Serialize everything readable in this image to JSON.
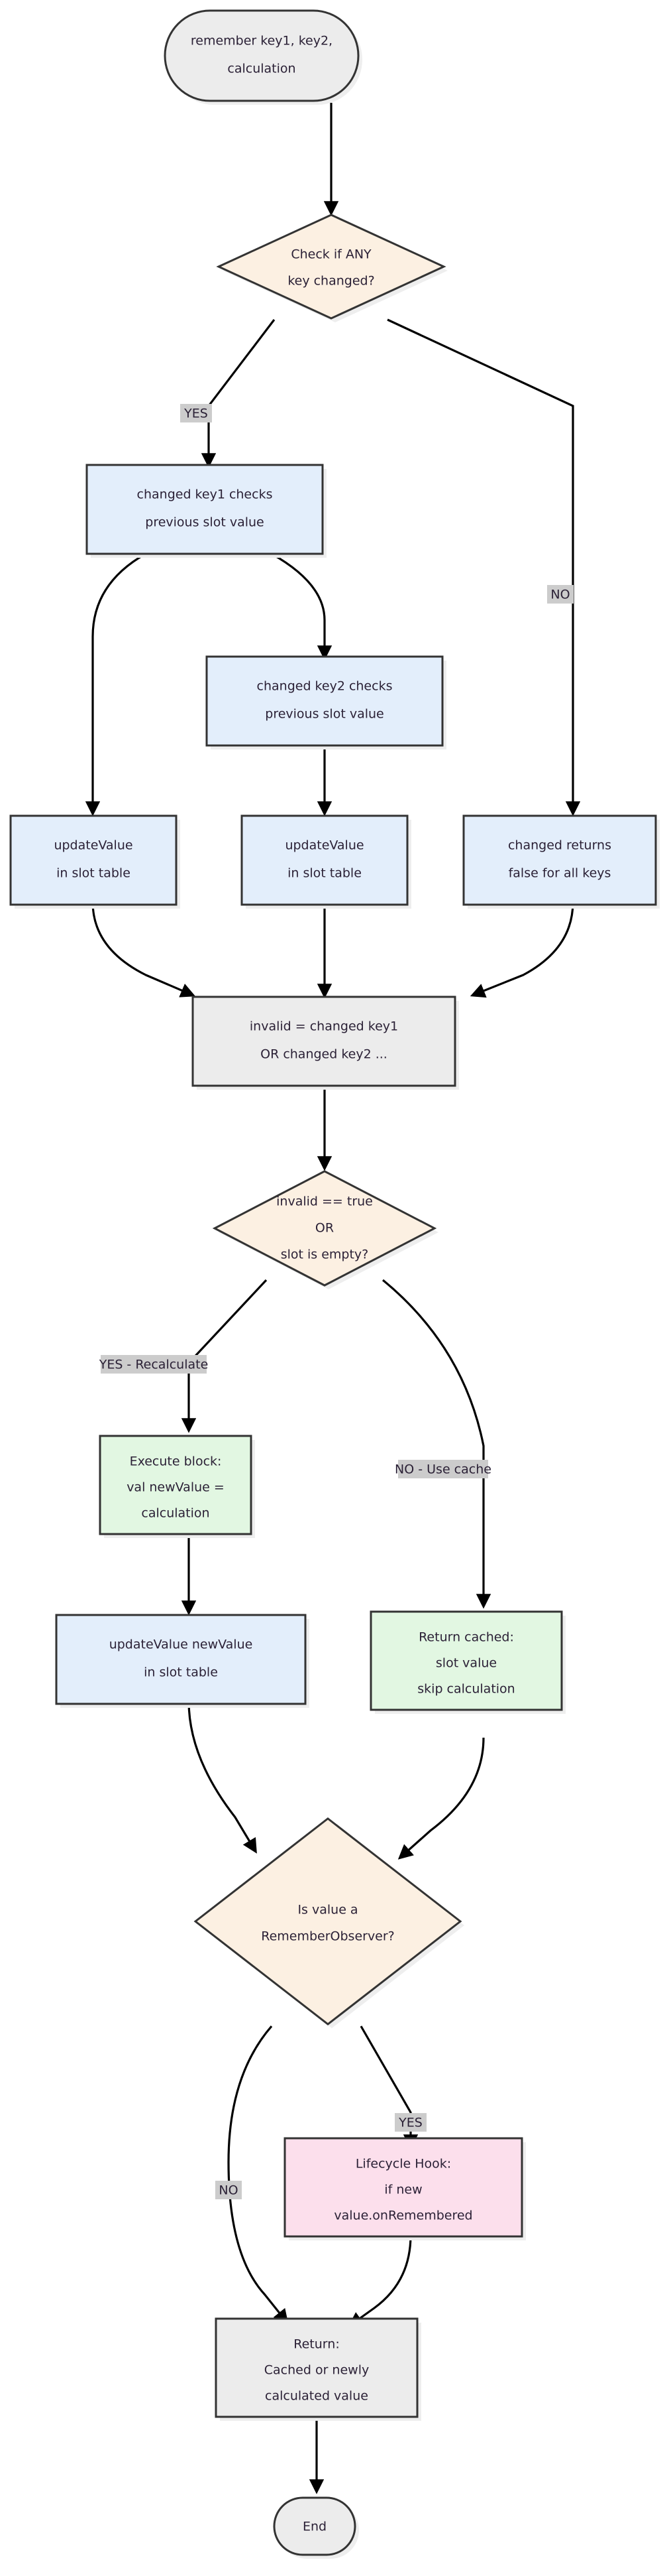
{
  "diagram": {
    "type": "flowchart",
    "direction": "top-to-bottom",
    "background": "#ffffff",
    "palette": {
      "stroke": "#333333",
      "edge": "#000000",
      "text": "#2b2136",
      "shadow": "#eeeeee",
      "neutral_fill": "#ececec",
      "decision_fill": "#fcf0e2",
      "process_fill": "#e3eefb",
      "success_fill": "#e2f7e2",
      "lifecycle_fill": "#fcdfec",
      "edge_label_bg": "#cccccc"
    },
    "nodes": [
      {
        "id": "start",
        "shape": "stadium",
        "fill": "#ececec",
        "lines": [
          "remember key1, key2,",
          "calculation"
        ]
      },
      {
        "id": "check-any-key-changed",
        "shape": "diamond",
        "fill": "#fcf0e2",
        "lines": [
          "Check if ANY",
          "key changed?"
        ]
      },
      {
        "id": "changed-key1",
        "shape": "rect",
        "fill": "#e3eefb",
        "lines": [
          "changed key1 checks",
          "previous slot value"
        ]
      },
      {
        "id": "changed-key2",
        "shape": "rect",
        "fill": "#e3eefb",
        "lines": [
          "changed key2 checks",
          "previous slot value"
        ]
      },
      {
        "id": "update-value-1",
        "shape": "rect",
        "fill": "#e3eefb",
        "lines": [
          "updateValue",
          "in slot table"
        ]
      },
      {
        "id": "update-value-2",
        "shape": "rect",
        "fill": "#e3eefb",
        "lines": [
          "updateValue",
          "in slot table"
        ]
      },
      {
        "id": "changed-returns-false",
        "shape": "rect",
        "fill": "#e3eefb",
        "lines": [
          "changed returns",
          "false for all keys"
        ]
      },
      {
        "id": "invalid-assignment",
        "shape": "rect",
        "fill": "#ececec",
        "lines": [
          "invalid = changed key1",
          "OR changed key2 ..."
        ]
      },
      {
        "id": "invalid-or-empty",
        "shape": "diamond",
        "fill": "#fcf0e2",
        "lines": [
          "invalid == true",
          "OR",
          "slot is empty?"
        ]
      },
      {
        "id": "execute-block",
        "shape": "rect",
        "fill": "#e2f7e2",
        "lines": [
          "Execute block:",
          "val newValue =",
          "calculation"
        ]
      },
      {
        "id": "return-cached",
        "shape": "rect",
        "fill": "#e2f7e2",
        "lines": [
          "Return cached:",
          "slot value",
          "skip calculation"
        ]
      },
      {
        "id": "update-value-new",
        "shape": "rect",
        "fill": "#e3eefb",
        "lines": [
          "updateValue newValue",
          "in slot table"
        ]
      },
      {
        "id": "is-remember-observer",
        "shape": "diamond",
        "fill": "#fcf0e2",
        "lines": [
          "Is value a",
          "RememberObserver?"
        ]
      },
      {
        "id": "lifecycle-hook",
        "shape": "rect",
        "fill": "#fcdfec",
        "lines": [
          "Lifecycle Hook:",
          "if new",
          "value.onRemembered"
        ]
      },
      {
        "id": "return-value",
        "shape": "rect",
        "fill": "#ececec",
        "lines": [
          "Return:",
          "Cached or newly",
          "calculated value"
        ]
      },
      {
        "id": "end",
        "shape": "stadium",
        "fill": "#ececec",
        "lines": [
          "End"
        ]
      }
    ],
    "edge_labels": [
      {
        "id": "yes-key-changed",
        "text": "YES"
      },
      {
        "id": "no-key-changed",
        "text": "NO"
      },
      {
        "id": "yes-recalculate",
        "text": "YES - Recalculate"
      },
      {
        "id": "no-use-cache",
        "text": "NO - Use cache"
      },
      {
        "id": "yes-observer",
        "text": "YES"
      },
      {
        "id": "no-observer",
        "text": "NO"
      }
    ],
    "edges": [
      {
        "from": "start",
        "to": "check-any-key-changed",
        "label": ""
      },
      {
        "from": "check-any-key-changed",
        "to": "changed-key1",
        "label": "YES"
      },
      {
        "from": "check-any-key-changed",
        "to": "changed-returns-false",
        "label": "NO"
      },
      {
        "from": "changed-key1",
        "to": "update-value-1",
        "label": ""
      },
      {
        "from": "changed-key1",
        "to": "changed-key2",
        "label": ""
      },
      {
        "from": "changed-key2",
        "to": "update-value-2",
        "label": ""
      },
      {
        "from": "update-value-1",
        "to": "invalid-assignment",
        "label": ""
      },
      {
        "from": "update-value-2",
        "to": "invalid-assignment",
        "label": ""
      },
      {
        "from": "changed-returns-false",
        "to": "invalid-assignment",
        "label": ""
      },
      {
        "from": "invalid-assignment",
        "to": "invalid-or-empty",
        "label": ""
      },
      {
        "from": "invalid-or-empty",
        "to": "execute-block",
        "label": "YES - Recalculate"
      },
      {
        "from": "invalid-or-empty",
        "to": "return-cached",
        "label": "NO - Use cache"
      },
      {
        "from": "execute-block",
        "to": "update-value-new",
        "label": ""
      },
      {
        "from": "update-value-new",
        "to": "is-remember-observer",
        "label": ""
      },
      {
        "from": "return-cached",
        "to": "is-remember-observer",
        "label": ""
      },
      {
        "from": "is-remember-observer",
        "to": "lifecycle-hook",
        "label": "YES"
      },
      {
        "from": "is-remember-observer",
        "to": "return-value",
        "label": "NO"
      },
      {
        "from": "lifecycle-hook",
        "to": "return-value",
        "label": ""
      },
      {
        "from": "return-value",
        "to": "end",
        "label": ""
      }
    ]
  }
}
